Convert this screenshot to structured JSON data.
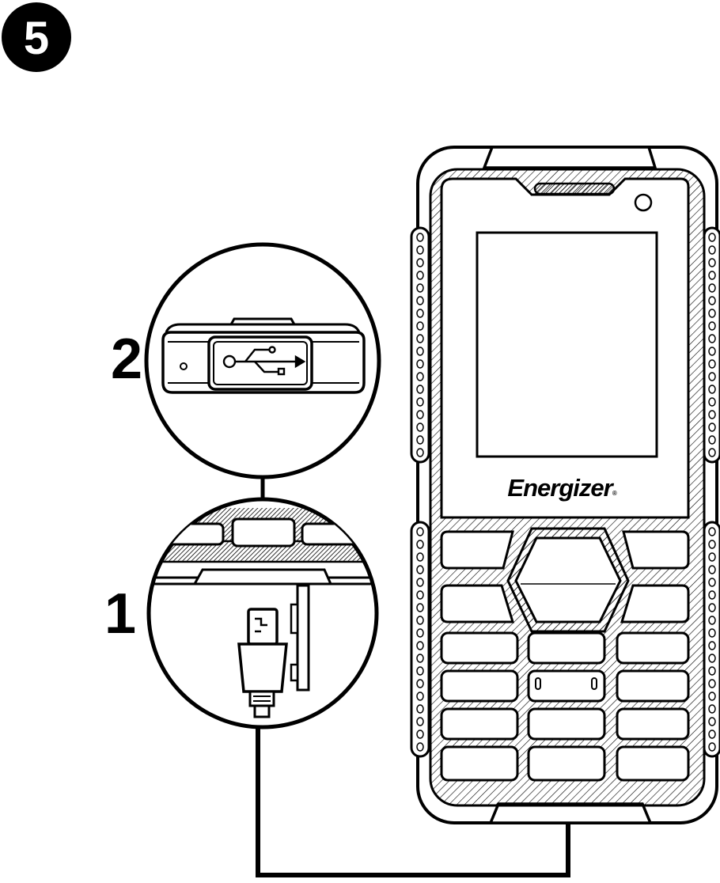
{
  "step_badge": {
    "number": "5"
  },
  "callouts": {
    "zoom_port_label": "2",
    "zoom_plug_label": "1"
  },
  "phone": {
    "brand": "Energizer",
    "brand_mark": "®"
  },
  "icons": {
    "usb": "usb-icon",
    "camera": "camera-icon",
    "charger_plug": "micro-usb-plug-icon"
  },
  "colors": {
    "ink": "#000000",
    "paper": "#ffffff"
  }
}
